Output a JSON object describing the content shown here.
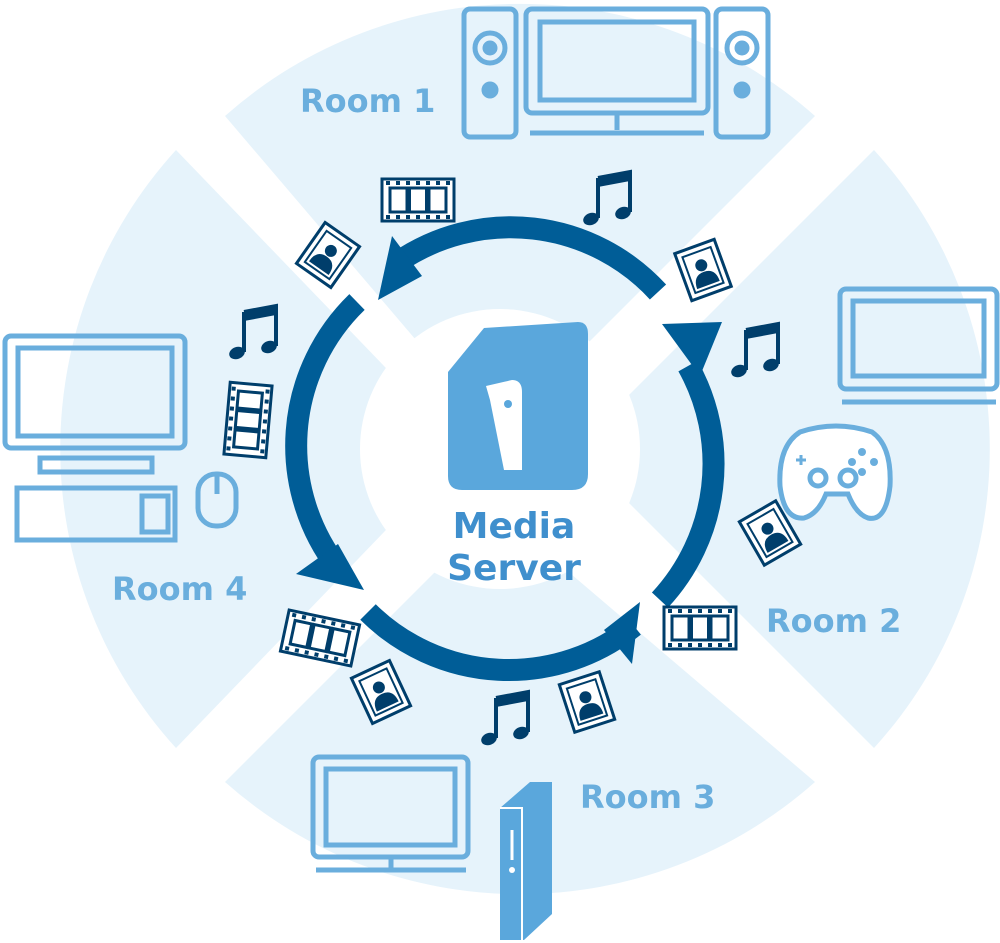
{
  "center": {
    "line1": "Media",
    "line2": "Server"
  },
  "rooms": [
    {
      "id": "room-1",
      "label": "Room 1"
    },
    {
      "id": "room-2",
      "label": "Room 2"
    },
    {
      "id": "room-3",
      "label": "Room 3"
    },
    {
      "id": "room-4",
      "label": "Room 4"
    }
  ],
  "colors": {
    "sector": "#e6f3fb",
    "device_stroke": "#6aaedd",
    "arrow": "#005d97",
    "server_fill": "#5aa7dc",
    "media_icon": "#003e6b"
  },
  "icons": [
    "speaker-icon",
    "monitor-icon",
    "film-strip-icon",
    "music-note-icon",
    "photo-icon",
    "gamepad-icon",
    "keyboard-icon",
    "mouse-icon",
    "tower-pc-icon"
  ]
}
